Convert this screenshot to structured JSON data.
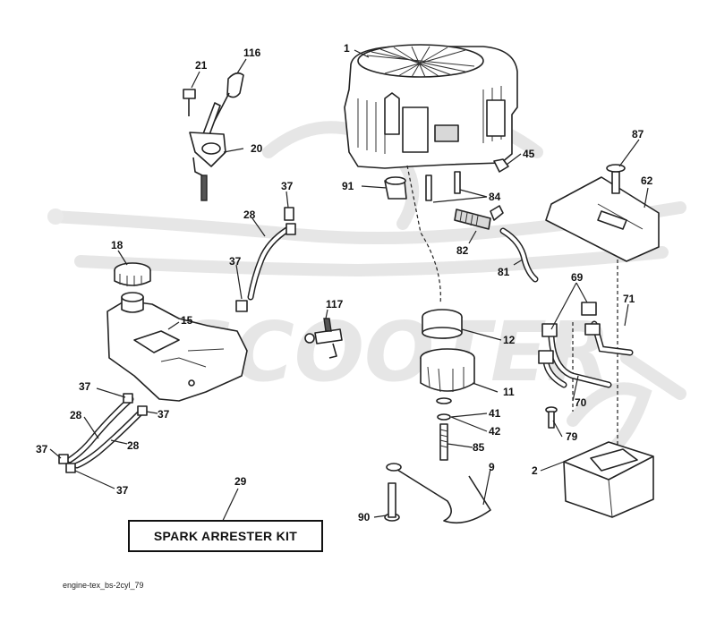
{
  "diagram": {
    "kit_label": "SPARK ARRESTER KIT",
    "reference": "engine-tex_bs-2cyl_79",
    "watermark_text": "SCOOTER",
    "part_numbers": {
      "p1": "1",
      "p2": "2",
      "p9": "9",
      "p11": "11",
      "p12": "12",
      "p15": "15",
      "p18": "18",
      "p20": "20",
      "p21": "21",
      "p28a": "28",
      "p28b": "28",
      "p28c": "28",
      "p29": "29",
      "p37a": "37",
      "p37b": "37",
      "p37c": "37",
      "p37d": "37",
      "p37e": "37",
      "p37f": "37",
      "p41": "41",
      "p42": "42",
      "p45": "45",
      "p62": "62",
      "p69": "69",
      "p70": "70",
      "p71": "71",
      "p79": "79",
      "p81": "81",
      "p82": "82",
      "p84": "84",
      "p85": "85",
      "p87": "87",
      "p90": "90",
      "p91": "91",
      "p116": "116",
      "p117": "117"
    }
  },
  "colors": {
    "line": "#222222",
    "watermark": "#e6e6e6",
    "background": "#ffffff"
  }
}
